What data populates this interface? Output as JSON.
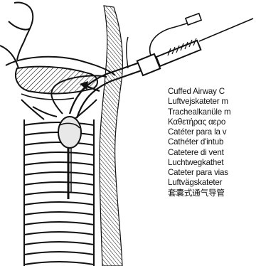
{
  "labels": [
    "Cuffed Airway C",
    "Luftvejskateter m",
    "Trachealkanüle m",
    "Καθετήρας αερο",
    "Catéter para la v",
    "Cathéter d'intub",
    "Catetere di vent",
    "Luchtwegkathet",
    "Cateter para vias",
    "Luftvägskateter",
    "套囊式通气导管"
  ],
  "colors": {
    "ink": "#111111",
    "background": "#ffffff"
  }
}
